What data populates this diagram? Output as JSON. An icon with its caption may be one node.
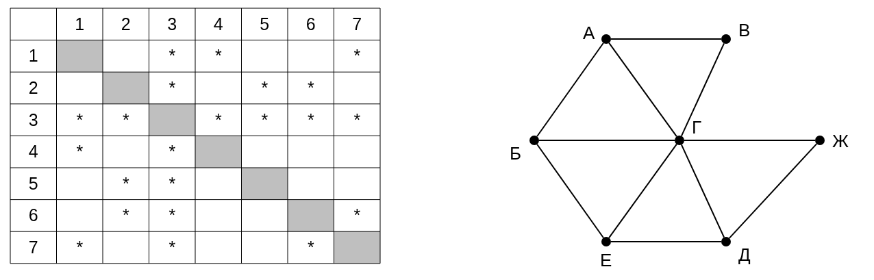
{
  "diagram": {
    "nodes": [
      {
        "text": [
          "А"
        ]
      },
      {
        "text": [
          "В"
        ]
      },
      {
        "text": [
          "Б"
        ]
      },
      {
        "text": [
          "Г"
        ]
      },
      {
        "text": [
          "Ж"
        ]
      },
      {
        "text": [
          "Е"
        ]
      },
      {
        "text": [
          "Д"
        ]
      }
    ],
    "edges": [
      {
        "from": 0,
        "to": 1,
        "arrow": "none"
      },
      {
        "from": 0,
        "to": 2,
        "arrow": "none"
      },
      {
        "from": 0,
        "to": 3,
        "arrow": "none"
      },
      {
        "from": 1,
        "to": 3,
        "arrow": "none"
      },
      {
        "from": 2,
        "to": 3,
        "arrow": "none"
      },
      {
        "from": 2,
        "to": 5,
        "arrow": "none"
      },
      {
        "from": 3,
        "to": 4,
        "arrow": "none"
      },
      {
        "from": 3,
        "to": 5,
        "arrow": "none"
      },
      {
        "from": 3,
        "to": 6,
        "arrow": "none"
      },
      {
        "from": 4,
        "to": 6,
        "arrow": "none"
      },
      {
        "from": 5,
        "to": 6,
        "arrow": "none"
      }
    ],
    "labels": [
      "1",
      "2",
      "3",
      "4",
      "5",
      "6",
      "7",
      "1",
      "*",
      "*",
      "*",
      "2",
      "*",
      "*",
      "*",
      "3",
      "*",
      "*",
      "*",
      "*",
      "*",
      "*",
      "4",
      "*",
      "*",
      "5",
      "*",
      "*",
      "6",
      "*",
      "*",
      "*",
      "7",
      "*",
      "*",
      "*"
    ]
  }
}
